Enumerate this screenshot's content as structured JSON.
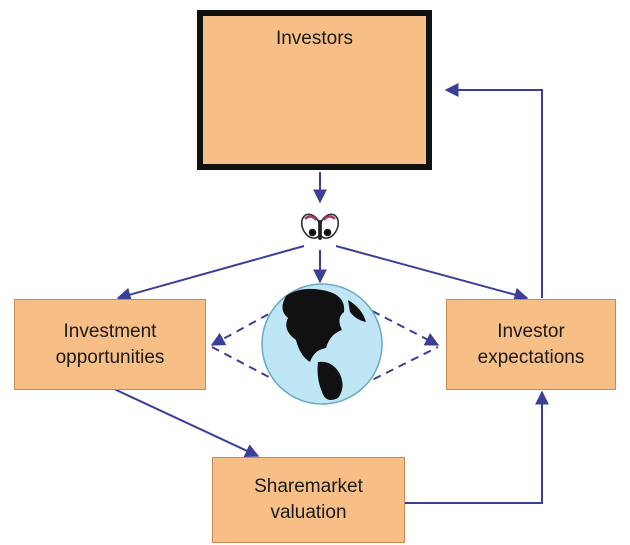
{
  "diagram": {
    "nodes": {
      "investors": "Investors",
      "investment_opportunities": [
        "Investment",
        "opportunities"
      ],
      "investor_expectations": [
        "Investor",
        "expectations"
      ],
      "sharemarket_valuation": [
        "Sharemarket",
        "valuation"
      ]
    },
    "icons": {
      "butterfly": "butterfly-icon",
      "globe": "globe-icon"
    },
    "colors": {
      "box_fill": "#f7bf86",
      "box_border": "#c98a55",
      "arrow": "#3b3f98",
      "globe_ocean": "#bfe6f4",
      "investors_border": "#111111"
    }
  }
}
